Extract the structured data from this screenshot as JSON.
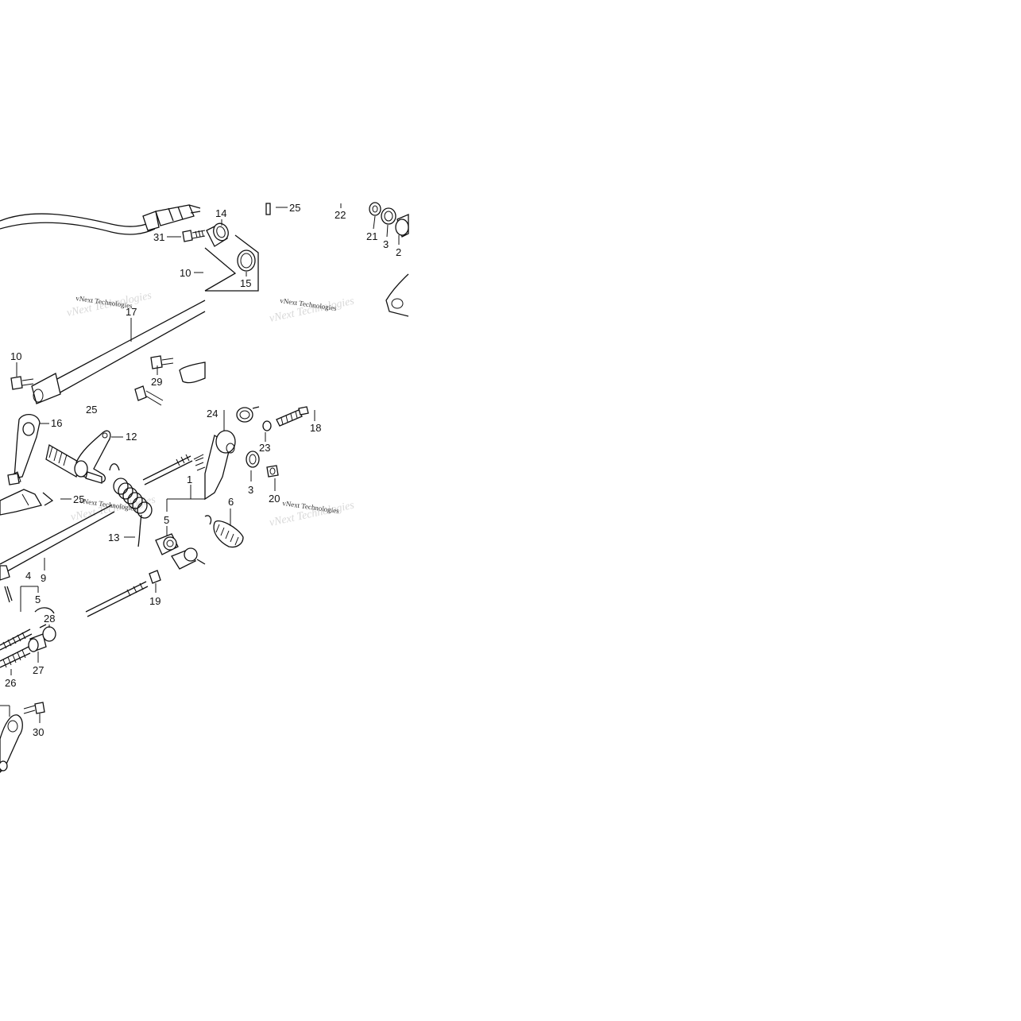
{
  "diagram": {
    "labels": {
      "n14": "14",
      "n25a": "25",
      "n22": "22",
      "n21": "21",
      "n3a": "3",
      "n2": "2",
      "n31": "31",
      "n10a": "10",
      "n15": "15",
      "n17": "17",
      "n10b": "10",
      "n29": "29",
      "n25b": "25",
      "n24": "24",
      "n23": "23",
      "n18": "18",
      "n16": "16",
      "n12": "12",
      "n3b": "3",
      "n20": "20",
      "n1": "1",
      "n6": "6",
      "n25c": "25",
      "n5a": "5",
      "n13": "13",
      "n9": "9",
      "n4": "4",
      "n5b": "5",
      "n19": "19",
      "n28": "28",
      "n27": "27",
      "n26": "26",
      "n30": "30"
    },
    "watermarks": {
      "wm1": "vNext Technologies",
      "wm2": "vNext Technologies",
      "wm3": "vNext Technologies",
      "wm4": "vNext Technologies"
    }
  }
}
